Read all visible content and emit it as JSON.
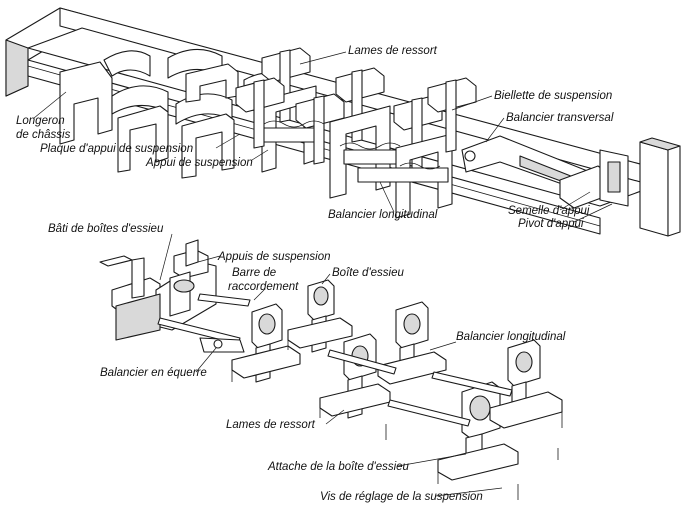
{
  "labels": {
    "lames_de_ressort_top": "Lames de ressort",
    "biellette": "Biellette de suspension",
    "balancier_transversal": "Balancier transversal",
    "longeron_1": "Longeron",
    "longeron_2": "de châssis",
    "plaque_appui": "Plaque d'appui de suspension",
    "appui_suspension": "Appui de suspension",
    "balancier_longitudinal_top": "Balancier longitudinal",
    "semelle_appui": "Semelle d'appui",
    "pivot_appui": "Pivot d'appui",
    "bati_boites": "Bâti de boîtes d'essieu",
    "appuis_suspension": "Appuis de suspension",
    "barre_1": "Barre de",
    "barre_2": "raccordement",
    "boite_essieu": "Boîte d'essieu",
    "balancier_longitudinal_bottom": "Balancier longitudinal",
    "balancier_equerre": "Balancier en équerre",
    "lames_de_ressort_bottom": "Lames de ressort",
    "attache_boite": "Attache de la boîte d'essieu",
    "vis_reglage": "Vis de réglage de la suspension"
  }
}
